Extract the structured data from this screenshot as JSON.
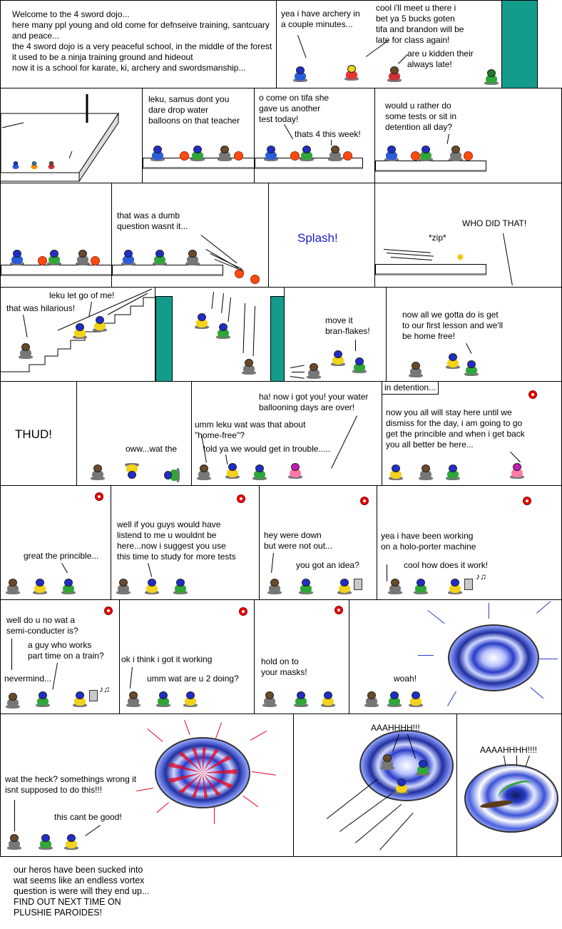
{
  "colors": {
    "door": "#139c8c",
    "ball": "#ff4a10",
    "sound_effect": "#1a1ad6",
    "clock": "#e00000",
    "vortex_blue": "#2a3cc8",
    "vortex_red": "#e8001c"
  },
  "row1": {
    "intro": "Welcome to the 4 sword dojo...\nhere many ppl young and old come for defnseive training, santcuary and peace...\nthe 4 sword dojo is a very peaceful school, in the middle of the forest it used to be a ninja training ground and hideout\nnow it is a school for karate, ki, archery and swordsmanship...",
    "archery": "yea i have archery in\na couple minutes...",
    "bet": "cool i'll meet u there i\nbet ya 5 bucks goten\ntifa and brandon will be\nlate for class again!",
    "late": "are u kidden their\nalways late!"
  },
  "row2": {
    "balloons": "leku, samus dont you\ndare drop water\nballoons on that teacher",
    "test": "o come on tifa she\ngave us another\ntest today!",
    "four": "thats 4 this week!",
    "detention_q": "would u rather do\nsome tests or sit in\ndetention all day?"
  },
  "row3": {
    "dumb": "that was a dumb\nquestion wasnt it...",
    "splash": "Splash!",
    "zip": "*zip*",
    "who": "WHO DID THAT!"
  },
  "row4": {
    "letgo": "leku let go of me!",
    "hilarious": "that was hilarious!",
    "move": "move it\nbran-flakes!",
    "homefree": "now all we gotta do is get\nto our first lesson and we'll\nbe home free!"
  },
  "row5": {
    "thud": "THUD!",
    "oww": "oww...wat the",
    "gotyou": "ha! now i got you! your water\nballooning days are over!",
    "homefree_q": "umm leku wat was that about\n\"home-free\"?",
    "trouble": "told ya we would get in trouble.....",
    "caption": "in detention...",
    "stay": "now you all will stay here until we\ndismiss for the day, i am going to go\nget the princible and when i get back\nyou all better be here..."
  },
  "row6": {
    "great": "great the princible...",
    "listen": "well if you guys would have\nlistend to me u wouldnt be\nhere...now i suggest you use\nthis time to study for more tests",
    "down": "hey were down\nbut were not out...",
    "idea": "you got an idea?",
    "holo": "yea i have been working\non a holo-porter machine",
    "how": "cool how does it work!"
  },
  "row7": {
    "semi": "well do u no wat a\nsemi-conducter is?",
    "train": "a guy who works\npart time on a train?",
    "nevermind": "nevermind...",
    "working": "ok i think i got it working",
    "doing": "umm wat are u 2 doing?",
    "masks": "hold on to\nyour masks!",
    "woah": "woah!"
  },
  "row8": {
    "wrong": "wat the heck? somethings wrong it\nisnt supposed to do this!!!",
    "cantbe": "this cant be good!",
    "scream1": "AAAHHHH!!!",
    "scream2": "AAAAHHHH!!!!",
    "outro": "our heros have been sucked into\nwat seems like an endless vortex\nquestion is were will they end up...\nFIND OUT NEXT TIME ON\nPLUSHIE PAROIDES!"
  }
}
